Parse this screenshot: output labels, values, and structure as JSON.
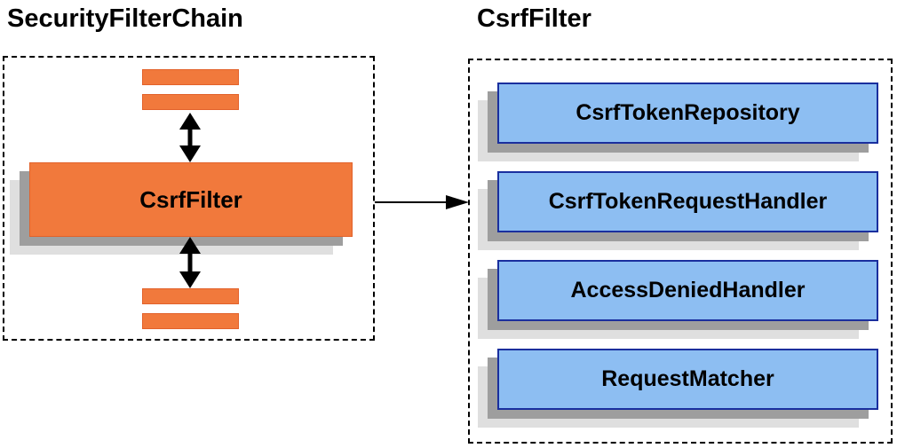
{
  "left_panel": {
    "title": "SecurityFilterChain",
    "filter_label": "CsrfFilter"
  },
  "right_panel": {
    "title": "CsrfFilter",
    "components": [
      {
        "label": "CsrfTokenRepository"
      },
      {
        "label": "CsrfTokenRequestHandler"
      },
      {
        "label": "AccessDeniedHandler"
      },
      {
        "label": "RequestMatcher"
      }
    ]
  },
  "icons": {
    "vertical_arrows": "bidirectional-arrow-icon",
    "horizontal_arrow": "flow-arrow-icon"
  },
  "colors": {
    "orange_fill": "#F1793C",
    "orange_border": "#E2622B",
    "blue_fill": "#8DBEF2",
    "blue_border": "#1A2F9E",
    "shadow_gray": "#9E9E9E",
    "shadow_light": "#DFDFDF",
    "arrow_color": "#000000"
  }
}
